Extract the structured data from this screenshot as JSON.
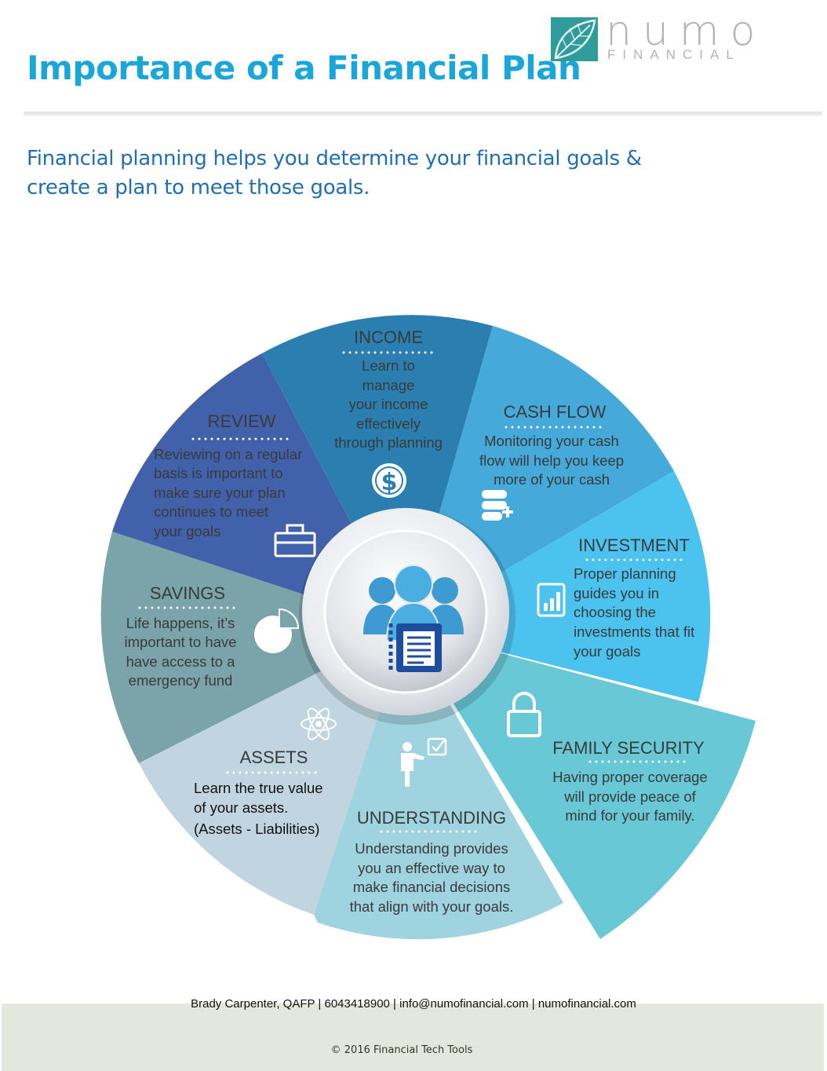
{
  "page": {
    "title": "Importance of a Financial Plan",
    "subtitle": "Financial planning helps you determine your financial goals & create a plan to meet those goals."
  },
  "logo": {
    "word": "numo",
    "sub": "FINANCIAL",
    "color": "#2f9b9a"
  },
  "segments": {
    "income": {
      "title": "INCOME",
      "lines": [
        "Learn to",
        "manage",
        "your income",
        "effectively",
        "through planning"
      ],
      "icon": "dollar-coin-icon",
      "color": "#2b7fb0"
    },
    "cash_flow": {
      "title": "CASH FLOW",
      "lines": [
        "Monitoring your cash",
        "flow will help you keep",
        "more of your cash"
      ],
      "icon": "database-plus-icon",
      "color": "#45a9da"
    },
    "investment": {
      "title": "INVESTMENT",
      "lines": [
        "Proper planning",
        "guides you in",
        "choosing the",
        "investments that fit",
        "your goals"
      ],
      "icon": "bar-chart-icon",
      "color": "#4cc3ef"
    },
    "family_security": {
      "title": "FAMILY SECURITY",
      "lines": [
        "Having proper coverage",
        "will provide peace of",
        "mind for your family."
      ],
      "icon": "padlock-icon",
      "color": "#68c8d6"
    },
    "understanding": {
      "title": "UNDERSTANDING",
      "lines": [
        "Understanding provides",
        "you an effective way to",
        "make financial decisions",
        "that align with your goals."
      ],
      "icon": "presenter-checklist-icon",
      "color": "#9fd3e0"
    },
    "assets": {
      "title": "ASSETS",
      "lines": [
        "Learn the true value",
        "of your assets.",
        "(Assets - Liabilities)"
      ],
      "icon": "atom-icon",
      "color": "#c0d5df"
    },
    "savings": {
      "title": "SAVINGS",
      "lines": [
        "Life happens, it’s",
        "important to have",
        "have access to a",
        "emergency fund"
      ],
      "icon": "pie-chart-icon",
      "color": "#7aa4a9"
    },
    "review": {
      "title": "REVIEW",
      "lines": [
        "Reviewing on a regular",
        "basis is important to",
        "make sure your plan",
        "continues to meet",
        "your goals"
      ],
      "icon": "briefcase-icon",
      "color": "#4261ab"
    }
  },
  "center_icon": "people-document-icon",
  "footer": {
    "contact": "Brady Carpenter, QAFP | 6043418900 | info@numofinancial.com | numofinancial.com",
    "copyright": "© 2016 Financial Tech Tools"
  }
}
